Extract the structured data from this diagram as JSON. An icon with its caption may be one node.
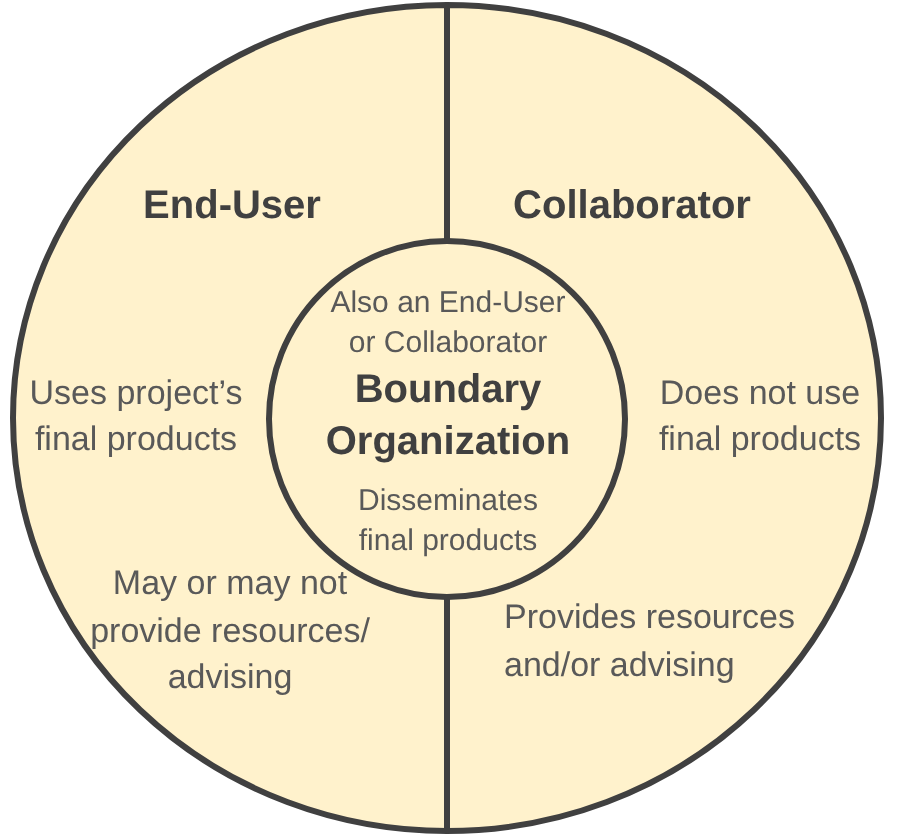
{
  "diagram": {
    "nodes": [
      {
        "text": [
          "End-User",
          "Uses project’s final products",
          "May or may not provide resources/ advising"
        ]
      },
      {
        "text": [
          "Collaborator",
          "Does not use final products",
          "Provides resources and/or advising"
        ]
      },
      {
        "text": [
          "Also an End-User or Collaborator",
          "Boundary Organization",
          "Disseminates final products"
        ]
      }
    ]
  }
}
